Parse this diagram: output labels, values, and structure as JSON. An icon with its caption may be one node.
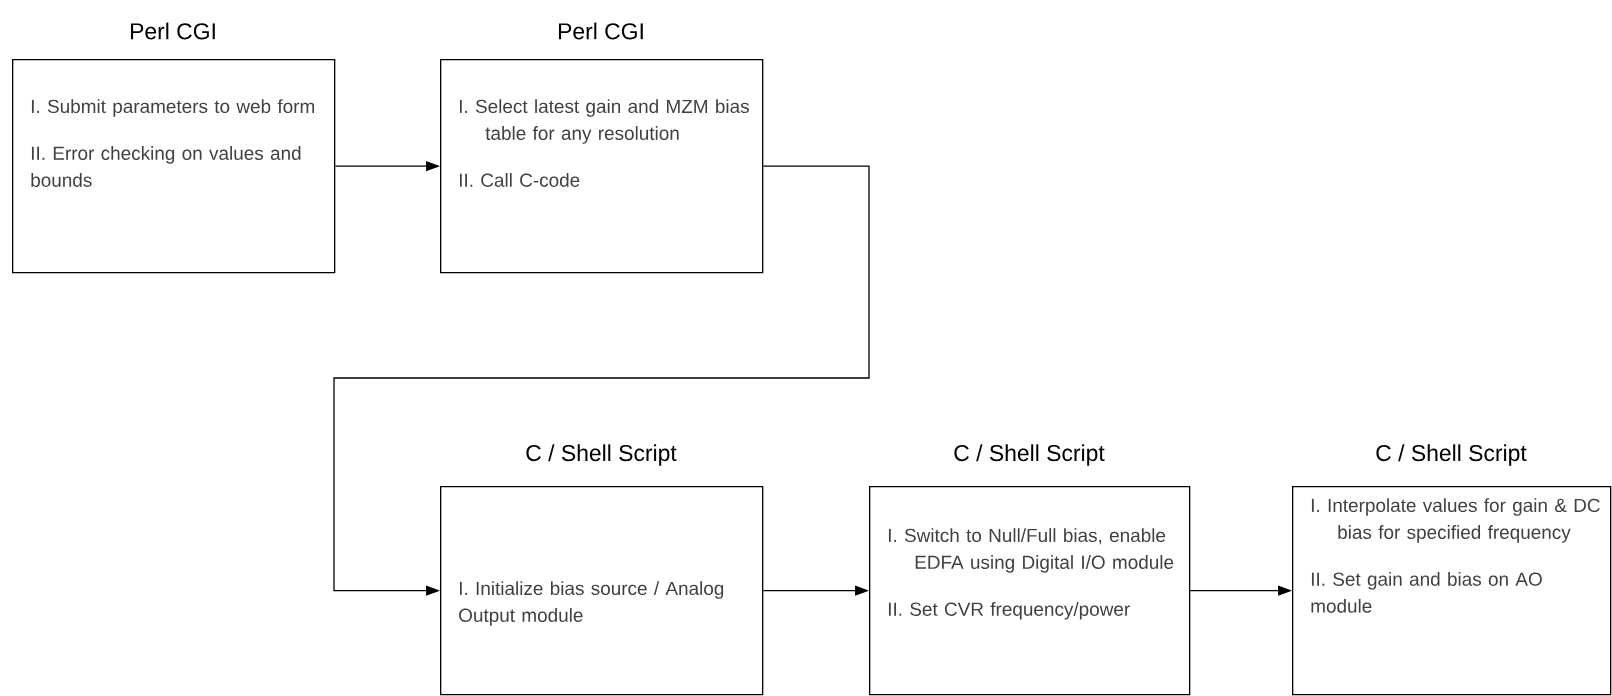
{
  "diagram": {
    "nodes": [
      {
        "text": [
          "Perl CGI",
          "I. Submit parameters to web form",
          "II. Error checking on values and bounds"
        ]
      },
      {
        "text": [
          "Perl CGI",
          "I. Select latest gain and MZM bias table for any resolution",
          "II. Call C-code"
        ]
      },
      {
        "text": [
          "C / Shell Script",
          "I. Initialize bias source / Analog Output module"
        ]
      },
      {
        "text": [
          "C / Shell Script",
          "I. Switch to Null/Full bias, enable EDFA using Digital I/O module",
          "II. Set CVR frequency/power"
        ]
      },
      {
        "text": [
          "C / Shell Script",
          "I. Interpolate values for gain & DC bias for specified frequency",
          "II. Set gain and bias on AO module"
        ]
      }
    ],
    "edges": [
      {
        "from": 0,
        "to": 1,
        "arrow": "to"
      },
      {
        "from": 1,
        "to": 2,
        "arrow": "to"
      },
      {
        "from": 2,
        "to": 3,
        "arrow": "to"
      },
      {
        "from": 3,
        "to": 4,
        "arrow": "to"
      }
    ]
  }
}
